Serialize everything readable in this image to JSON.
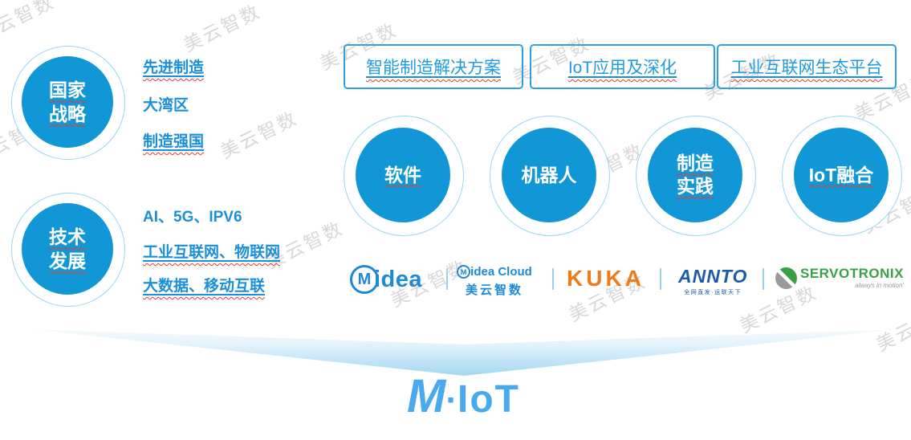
{
  "watermark": {
    "text": "美云智数",
    "color": "#d8d8d8"
  },
  "strategy_groups": [
    {
      "circle_line1": "国家",
      "circle_line2": "战略",
      "items": [
        "先进制造",
        "大湾区",
        "制造强国"
      ]
    },
    {
      "circle_line1": "技术",
      "circle_line2": "发展",
      "items": [
        "AI、5G、IPV6",
        "工业互联网、物联网",
        "大数据、移动互联"
      ]
    }
  ],
  "solution_boxes": [
    "智能制造解决方案",
    "IoT应用及深化",
    "工业互联网生态平台"
  ],
  "domain_circles": [
    {
      "line1": "软件",
      "line2": ""
    },
    {
      "line1": "机器人",
      "line2": ""
    },
    {
      "line1": "制造",
      "line2": "实践"
    },
    {
      "line1": "IoT融合",
      "line2": ""
    }
  ],
  "logos": {
    "midea": {
      "emblem": "M",
      "wordmark": "idea"
    },
    "midea_cloud": {
      "emblem": "M",
      "line1": "idea Cloud",
      "line2": "美云智数"
    },
    "kuka": {
      "text": "KUKA"
    },
    "annto": {
      "text": "ANNTO",
      "tagline": "全网直发·运联天下"
    },
    "servotronix": {
      "text": "SERVOTRONIX",
      "tagline": "always in motion'"
    }
  },
  "footer_logo": {
    "m": "M",
    "dot": "·",
    "iot": "IoT",
    "full": "M·IoT"
  },
  "colors": {
    "circle_blue": "#1197d6",
    "ring_blue": "#97d6f2",
    "text_blue": "#1b8fd8",
    "box_border_blue": "#2ba3e2",
    "box_text_blue": "#1f9ce0",
    "wavy_red": "#e83c30",
    "midea_blue": "#1e8ad6",
    "kuka_orange": "#ef7b1a",
    "annto_blue": "#1c5cab",
    "servo_green": "#3aa048",
    "servo_gray": "#9a9a9a",
    "funnel_blue": "#a4d8f2",
    "miot_blue": "#48a9ee",
    "watermark_gray": "#d8d8d8"
  }
}
